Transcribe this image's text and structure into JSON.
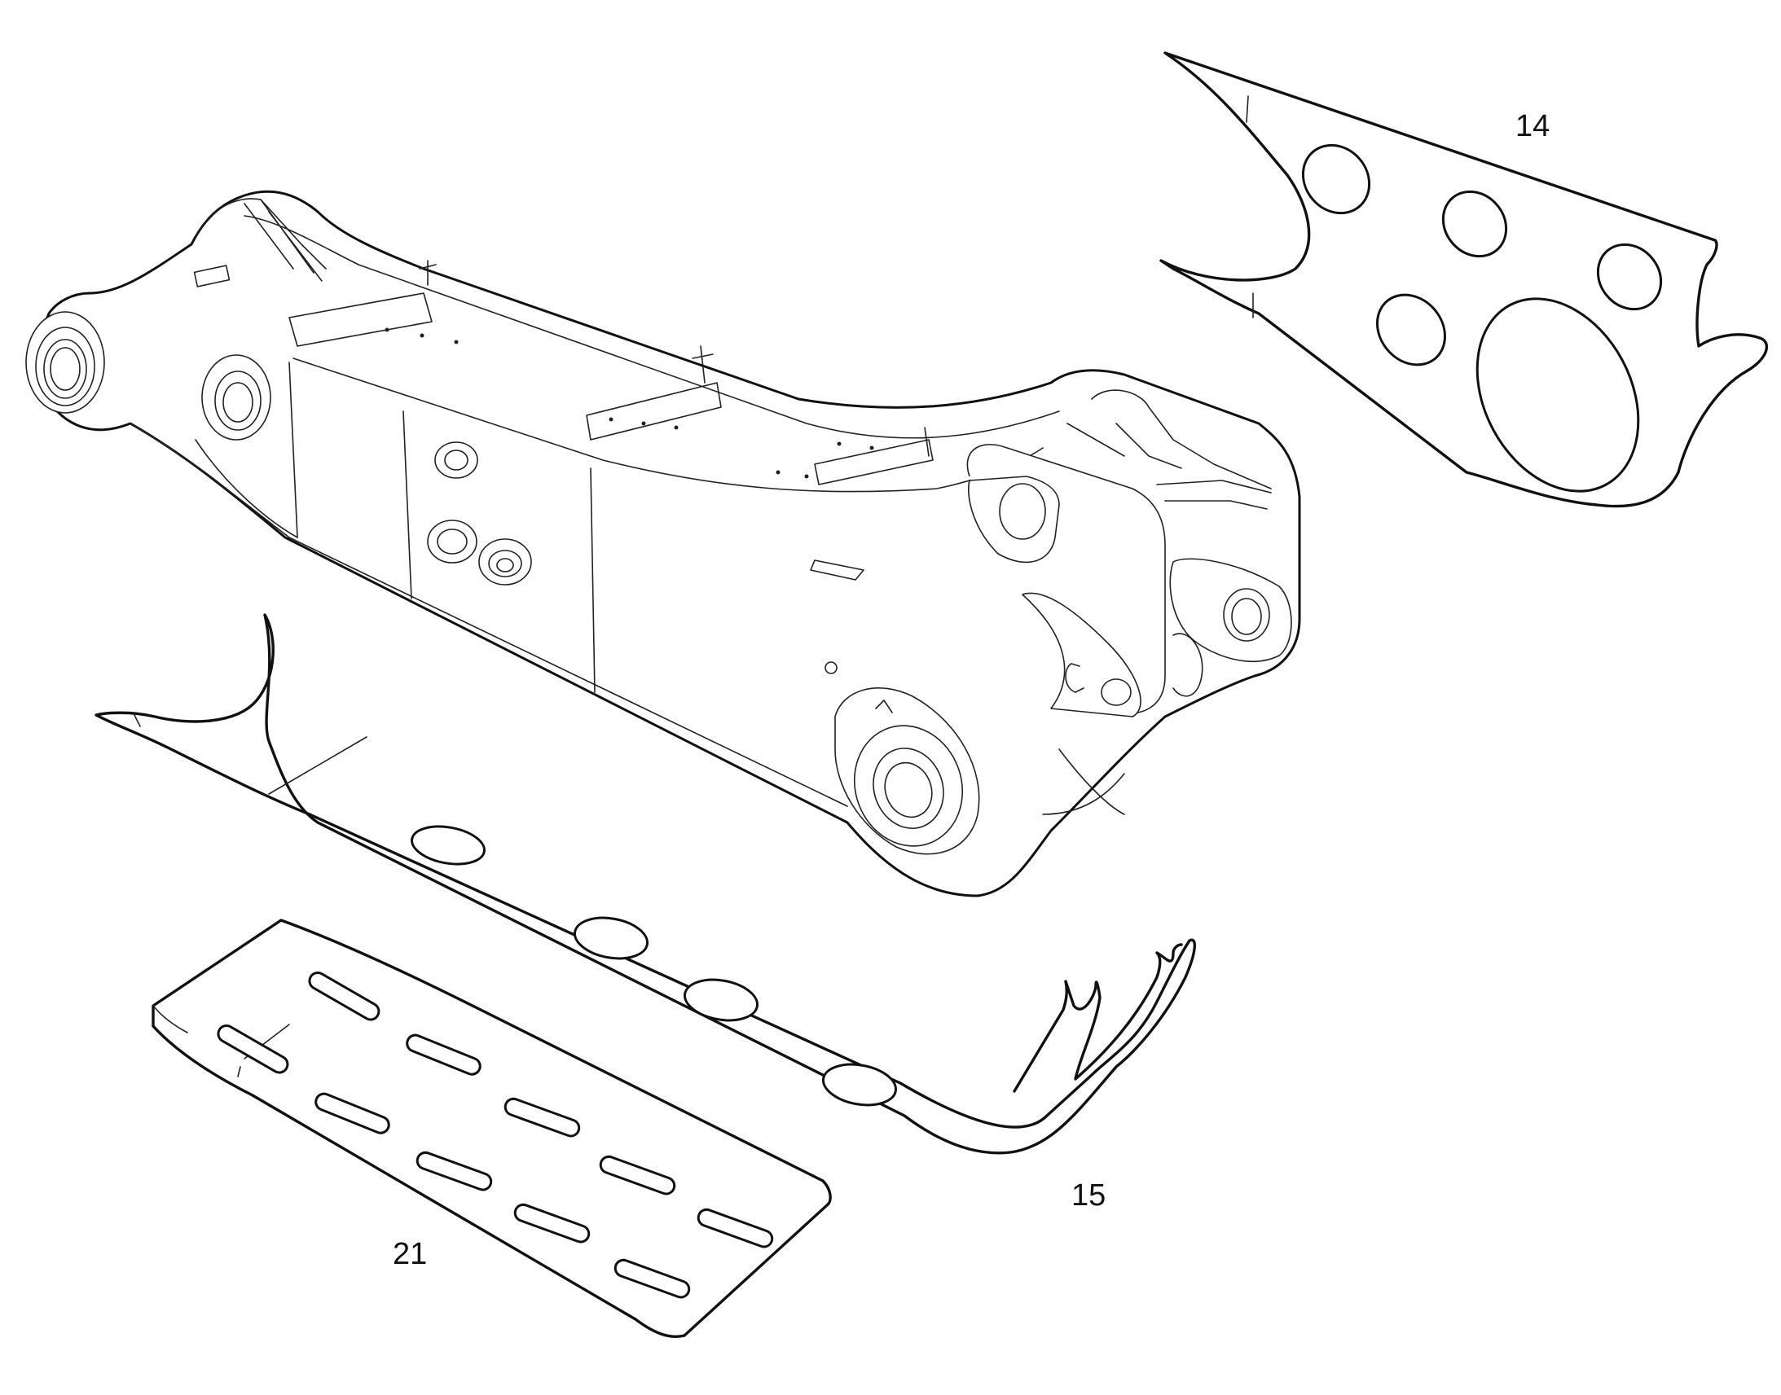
{
  "diagram": {
    "part_labels": {
      "plate_top_right": "14",
      "plate_long_lower": "15",
      "plate_slotted": "21"
    },
    "line_color": "#111111",
    "background_color": "#ffffff"
  }
}
